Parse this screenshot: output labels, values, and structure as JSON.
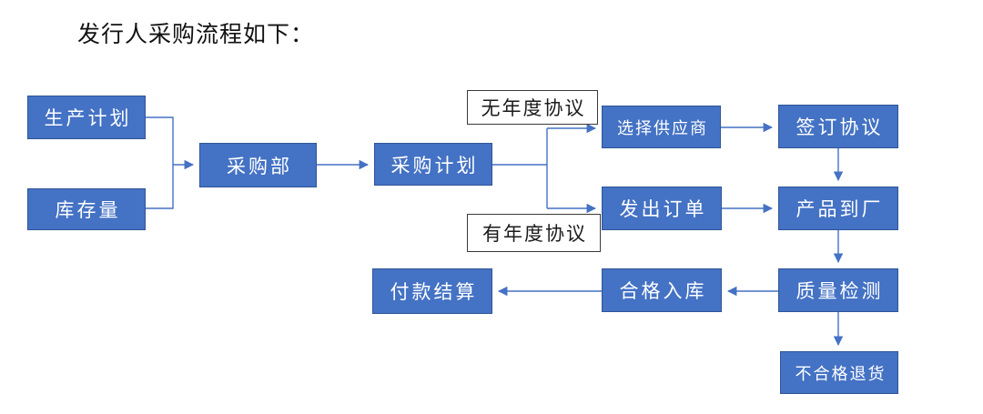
{
  "title": "发行人采购流程如下：",
  "colors": {
    "box_fill": "#4472c4",
    "box_border": "#2f5597",
    "box_text": "#ffffff",
    "connector": "#4472c4",
    "label_border": "#3a3a3a",
    "label_text": "#1a1a1a",
    "title_text": "#111111"
  },
  "nodes": {
    "production_plan": "生产计划",
    "inventory": "库存量",
    "purchasing_dept": "采购部",
    "purchase_plan": "采购计划",
    "select_supplier": "选择供应商",
    "sign_agreement": "签订协议",
    "issue_order": "发出订单",
    "product_arrival": "产品到厂",
    "quality_inspection": "质量检测",
    "qualified_storage": "合格入库",
    "payment_settlement": "付款结算",
    "unqualified_return": "不合格退货"
  },
  "branch_labels": {
    "no_annual_agreement": "无年度协议",
    "annual_agreement": "有年度协议"
  }
}
